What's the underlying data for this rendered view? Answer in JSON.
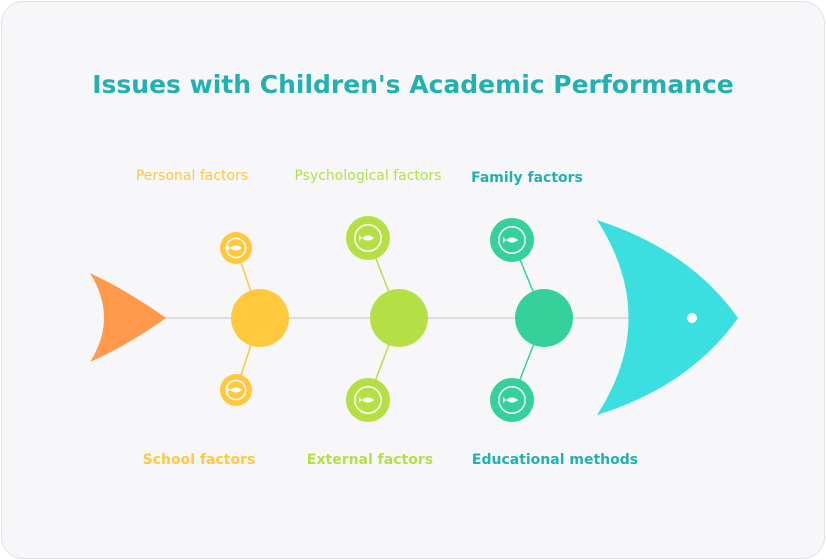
{
  "title": "Issues with Children's Academic Performance",
  "colors": {
    "title": "#22B0B0",
    "tail": "#FF9A4D",
    "head": "#3CDFDF",
    "spine": "#DDDDDD"
  },
  "groups": [
    {
      "color": "#FFC83D",
      "top_label": "Personal factors",
      "bottom_label": "School factors"
    },
    {
      "color": "#B5E045",
      "top_label": "Psychological factors",
      "bottom_label": "External factors"
    },
    {
      "color": "#34D19A",
      "top_label": "Family factors",
      "bottom_label": "Educational methods"
    }
  ],
  "label_colors": {
    "top": [
      "#FFC83D",
      "#B5E045",
      "#22B0B0"
    ],
    "bottom": [
      "#FFC83D",
      "#B5E045",
      "#22B0B0"
    ]
  },
  "icons": {
    "node": "fish-icon"
  }
}
